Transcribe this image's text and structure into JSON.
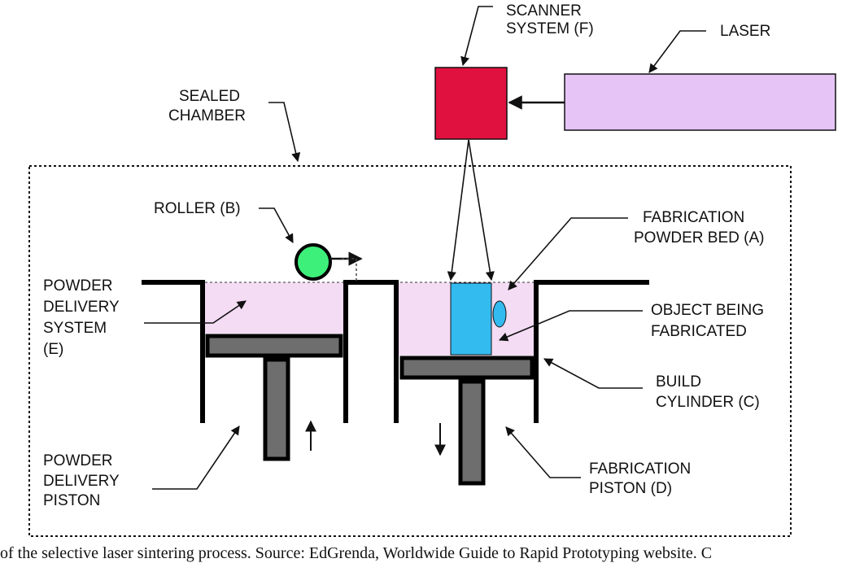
{
  "diagram": {
    "labels": {
      "scanner_line1": "SCANNER",
      "scanner_line2": "SYSTEM (F)",
      "laser": "LASER",
      "sealed_line1": "SEALED",
      "sealed_line2": "CHAMBER",
      "roller": "ROLLER (B)",
      "powder_bed_line1": "FABRICATION",
      "powder_bed_line2": "POWDER BED (A)",
      "powder_delivery_line1": "POWDER",
      "powder_delivery_line2": "DELIVERY",
      "powder_delivery_line3": "SYSTEM",
      "powder_delivery_line4": "(E)",
      "object_line1": "OBJECT BEING",
      "object_line2": "FABRICATED",
      "build_line1": "BUILD",
      "build_line2": "CYLINDER (C)",
      "delivery_piston_line1": "POWDER",
      "delivery_piston_line2": "DELIVERY",
      "delivery_piston_line3": "PISTON",
      "fab_piston_line1": "FABRICATION",
      "fab_piston_line2": "PISTON (D)"
    },
    "caption": "of the selective laser sintering process. Source: EdGrenda, Worldwide Guide to Rapid Prototyping website. C",
    "colors": {
      "scanner": "#e0103f",
      "laser": "#e6c4f5",
      "powder": "#f4dcf4",
      "roller": "#3df07a",
      "object": "#33bbf0",
      "piston": "#6e6e6e"
    }
  }
}
